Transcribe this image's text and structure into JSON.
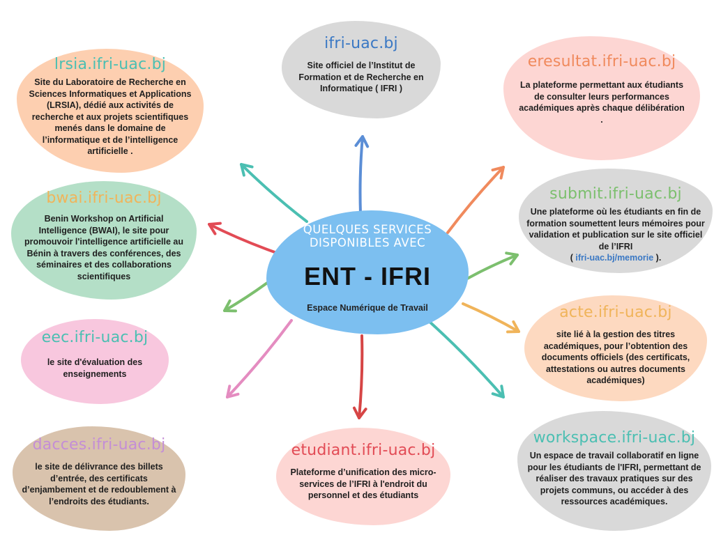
{
  "center": {
    "heading_line1": "QUELQUES SERVICES",
    "heading_line2": "DISPONIBLES AVEC",
    "title": "ENT - IFRI",
    "subtitle": "Espace Numérique de Travail"
  },
  "services": {
    "lrsia": {
      "title": "lrsia.ifri-uac.bj",
      "desc": "Site du Laboratoire de Recherche en Sciences Informatiques et Applications  (LRSIA), dédié aux activités de recherche et aux projets scientifiques menés dans le domaine de l’informatique et de l’intelligence artificielle .",
      "bg": "#fdcfb0",
      "title_color": "#4bbfb2"
    },
    "ifri": {
      "title": "ifri-uac.bj",
      "desc": "Site officiel de l’Institut de Formation et de Recherche en Informatique ( IFRI )",
      "bg": "#d9d9d9",
      "title_color": "#3a78c4"
    },
    "eresultat": {
      "title": "eresultat.ifri-uac.bj",
      "desc": "La plateforme permettant aux étudiants de consulter leurs performances  académiques après chaque délibération .",
      "bg": "#fdd6d3",
      "title_color": "#f08a5d"
    },
    "bwai": {
      "title": "bwai.ifri-uac.bj",
      "desc": "Benin Workshop on Artificial Intelligence (BWAI), le site pour promouvoir l'intelligence artificielle au Bénin à travers des conférences, des séminaires et des collaborations scientifiques",
      "bg": "#b4dfc7",
      "title_color": "#f0b45a"
    },
    "submit": {
      "title": "submit.ifri-uac.bj",
      "desc": "Une plateforme où les étudiants en fin de formation soumettent leurs mémoires  pour validation et publication sur le site officiel de l’IFRI",
      "link_open": "( ",
      "link": "ifri-uac.bj/memorie",
      "link_close": " ).",
      "bg": "#d9d9d9",
      "title_color": "#7cbf6e"
    },
    "eec": {
      "title": "eec.ifri-uac.bj",
      "desc": "le site d'évaluation des enseignements",
      "bg": "#f8c7de",
      "title_color": "#4bbfb2"
    },
    "acte": {
      "title": "acte.ifri-uac.bj",
      "desc": "site  lié à la gestion des titres académiques, pour l’obtention des documents officiels (des certificats, attestations ou autres documents académiques)",
      "bg": "#fdd9c0",
      "title_color": "#f0b45a"
    },
    "dacces": {
      "title": "dacces.ifri-uac.bj",
      "desc": "le site de délivrance des billets d’entrée, des certificats d’enjambement et de redoublement  à l’endroits des étudiants.",
      "bg": "#d9c3ad",
      "title_color": "#c48ed6"
    },
    "etudiant": {
      "title": "etudiant.ifri-uac.bj",
      "desc": "Plateforme d’unification des micro-services de l’IFRI à l'endroit du personnel et des étudiants",
      "bg": "#fdd6d3",
      "title_color": "#e24b55"
    },
    "workspace": {
      "title": "workspace.ifri-uac.bj",
      "desc": "Un espace de travail collaboratif en ligne pour les étudiants de l'IFRI, permettant de réaliser des travaux pratiques sur des projets communs, ou accéder à des ressources académiques.",
      "bg": "#d9d9d9",
      "title_color": "#4bbfb2"
    }
  },
  "arrows": [
    {
      "name": "arrow-to-ifri",
      "color": "#5b8ed6"
    },
    {
      "name": "arrow-to-lrsia",
      "color": "#4bbfb2"
    },
    {
      "name": "arrow-to-eresultat",
      "color": "#f08a5d"
    },
    {
      "name": "arrow-to-bwai",
      "color": "#e24b55"
    },
    {
      "name": "arrow-to-submit",
      "color": "#7cbf6e"
    },
    {
      "name": "arrow-to-eec",
      "color": "#7cbf6e"
    },
    {
      "name": "arrow-to-acte",
      "color": "#f0b45a"
    },
    {
      "name": "arrow-to-dacces",
      "color": "#e48cc0"
    },
    {
      "name": "arrow-to-workspace",
      "color": "#4bbfb2"
    },
    {
      "name": "arrow-to-etudiant",
      "color": "#d64545"
    }
  ]
}
